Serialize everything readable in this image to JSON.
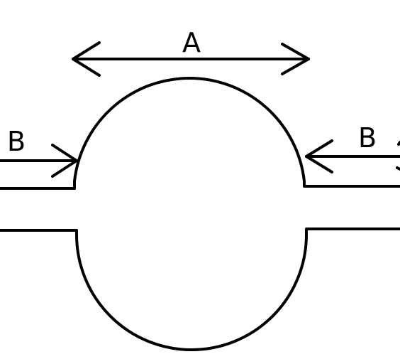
{
  "labels": {
    "top_dimension": "A",
    "left_arrow": "B",
    "right_arrow": "B"
  },
  "colors": {
    "stroke": "#000000",
    "background": "#ffffff"
  }
}
